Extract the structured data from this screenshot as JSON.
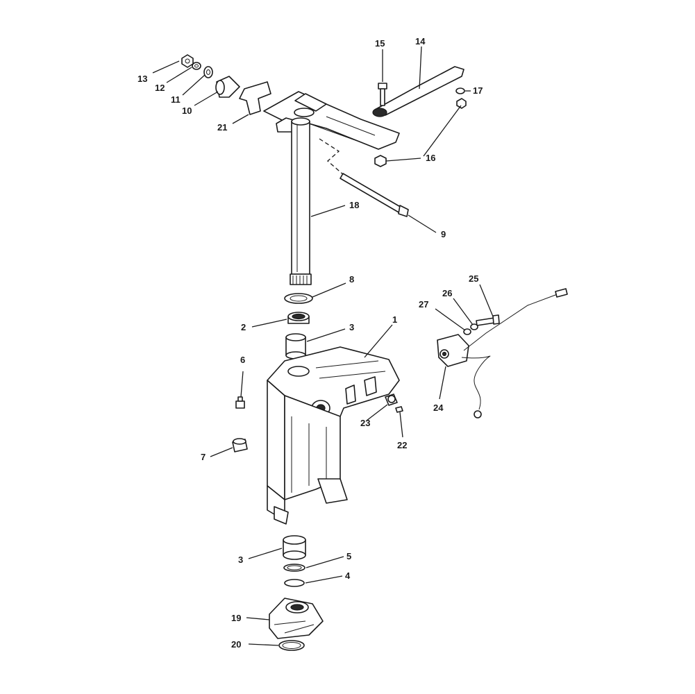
{
  "callouts": {
    "c1": "1",
    "c2": "2",
    "c3a": "3",
    "c3b": "3",
    "c4": "4",
    "c5": "5",
    "c6": "6",
    "c7": "7",
    "c8": "8",
    "c9": "9",
    "c10": "10",
    "c11": "11",
    "c12": "12",
    "c13": "13",
    "c14": "14",
    "c15": "15",
    "c16": "16",
    "c17": "17",
    "c18": "18",
    "c19": "19",
    "c20": "20",
    "c21": "21",
    "c22": "22",
    "c23": "23",
    "c24": "24",
    "c25": "25",
    "c26": "26",
    "c27": "27"
  }
}
